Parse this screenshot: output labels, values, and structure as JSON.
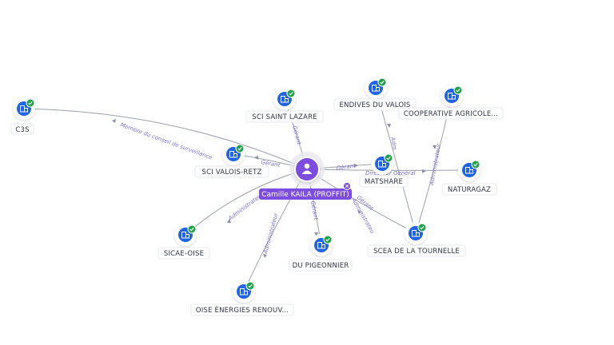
{
  "graph": {
    "center": {
      "label": "Camille KAILA (PROFFIT)",
      "color": "#7b4de0"
    },
    "nodes": [
      {
        "id": "c3s",
        "label": "C3S"
      },
      {
        "id": "sci-saint-lazare",
        "label": "SCI SAINT LAZARE"
      },
      {
        "id": "endives-du-valois",
        "label": "ENDIVES DU VALOIS"
      },
      {
        "id": "cooperative-agricole",
        "label": "COOPERATIVE AGRICOLE..."
      },
      {
        "id": "sci-valois-retz",
        "label": "SCI VALOIS-RETZ"
      },
      {
        "id": "matshare",
        "label": "MATSHARE"
      },
      {
        "id": "naturagaz",
        "label": "NATURAGAZ"
      },
      {
        "id": "sicae-oise",
        "label": "SICAE-OISE"
      },
      {
        "id": "du-pigeonnier",
        "label": "DU PIGEONNIER"
      },
      {
        "id": "scea-de-la-tournelle",
        "label": "SCEA DE LA TOURNELLE"
      },
      {
        "id": "oise-energies",
        "label": "OISE ÉNERGIES RENOUV..."
      }
    ],
    "edges": [
      {
        "to": "c3s",
        "label": "Membre du conseil de surveillance"
      },
      {
        "to": "sci-saint-lazare",
        "label": "Gérant"
      },
      {
        "to": "sci-valois-retz",
        "label": "Gérant"
      },
      {
        "to": "matshare",
        "label": "Gérant"
      },
      {
        "to": "naturagaz",
        "label": "Directeur Général"
      },
      {
        "to": "sicae-oise",
        "label": "Administrateur"
      },
      {
        "to": "oise-energies",
        "label": "Administrateur"
      },
      {
        "to": "du-pigeonnier",
        "label": "Gérant"
      },
      {
        "to": "scea-de-la-tournelle",
        "label": "Gérant"
      }
    ],
    "secondary_edges": [
      {
        "from": "scea-de-la-tournelle",
        "to": "endives-du-valois",
        "label": "Adm"
      },
      {
        "from": "scea-de-la-tournelle",
        "to": "cooperative-agricole",
        "label": "Administrateur"
      }
    ],
    "extra_label": "Administrateu",
    "colors": {
      "company": "#1f63e6",
      "check": "#1fa24a",
      "edge": "#9aa0ad",
      "edge_label": "#7a6fd6"
    }
  }
}
